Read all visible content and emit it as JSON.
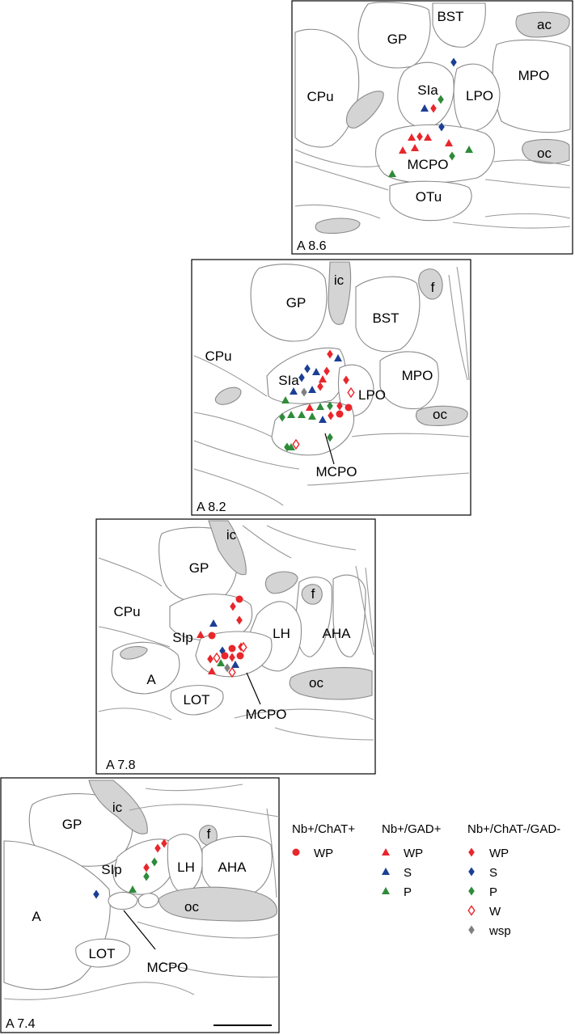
{
  "colors": {
    "red": "#e8262c",
    "blue": "#1c3f94",
    "green": "#2e8b3a",
    "gray": "#808080",
    "open_red": "#e8262c"
  },
  "panels": [
    {
      "section": "A 8.6",
      "labels": {
        "bst": "BST",
        "ac": "ac",
        "gp": "GP",
        "mpo": "MPO",
        "cpu": "CPu",
        "sia": "SIa",
        "lpo": "LPO",
        "mcpo": "MCPO",
        "oc": "oc",
        "otu": "OTu"
      }
    },
    {
      "section": "A 8.2",
      "labels": {
        "ic": "ic",
        "f": "f",
        "gp": "GP",
        "bst": "BST",
        "cpu": "CPu",
        "mpo": "MPO",
        "sia": "SIa",
        "lpo": "LPO",
        "oc": "oc",
        "mcpo": "MCPO"
      }
    },
    {
      "section": "A 7.8",
      "labels": {
        "ic": "ic",
        "gp": "GP",
        "f": "f",
        "cpu": "CPu",
        "lh": "LH",
        "aha": "AHA",
        "sip": "SIp",
        "a": "A",
        "oc": "oc",
        "lot": "LOT",
        "mcpo": "MCPO"
      }
    },
    {
      "section": "A 7.4",
      "labels": {
        "ic": "ic",
        "gp": "GP",
        "f": "f",
        "sip": "SIp",
        "lh": "LH",
        "aha": "AHA",
        "a": "A",
        "oc": "oc",
        "lot": "LOT",
        "mcpo": "MCPO"
      }
    }
  ],
  "legend": {
    "groups": [
      {
        "title": "Nb+/ChAT+",
        "items": [
          {
            "shape": "circle",
            "color": "red",
            "label": "WP"
          }
        ]
      },
      {
        "title": "Nb+/GAD+",
        "items": [
          {
            "shape": "triangle",
            "color": "red",
            "label": "WP"
          },
          {
            "shape": "triangle",
            "color": "blue",
            "label": "S"
          },
          {
            "shape": "triangle",
            "color": "green",
            "label": "P"
          }
        ]
      },
      {
        "title": "Nb+/ChAT-/GAD-",
        "items": [
          {
            "shape": "diamond",
            "color": "red",
            "label": "WP"
          },
          {
            "shape": "diamond",
            "color": "blue",
            "label": "S"
          },
          {
            "shape": "diamond",
            "color": "green",
            "label": "P"
          },
          {
            "shape": "open-diamond",
            "color": "open_red",
            "label": "W"
          },
          {
            "shape": "diamond",
            "color": "gray",
            "label": "wsp"
          }
        ]
      }
    ]
  }
}
